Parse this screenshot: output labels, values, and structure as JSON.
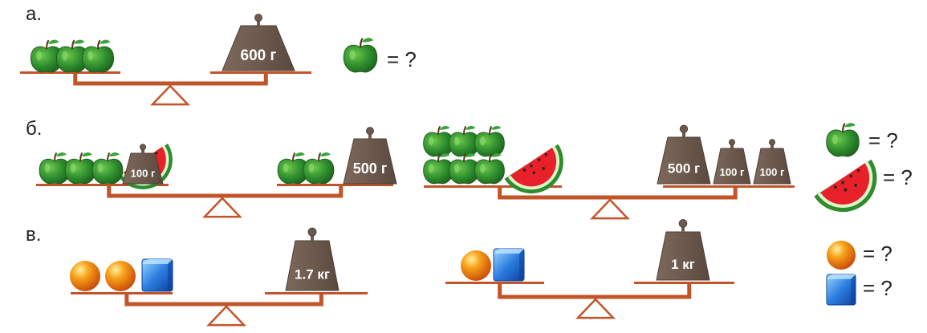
{
  "colors": {
    "beam": "#c2542a",
    "weight": "#6d5a4e",
    "weight_edge": "#4e3f36",
    "apple": "#2f8f2f",
    "apple_dark": "#1c5e1c",
    "melon_flesh": "#e8202a",
    "melon_rind": "#2e8b2e",
    "orange": "#f07a12",
    "cube": "#2c7ee0"
  },
  "icons": {
    "apple": "apple-icon",
    "watermelon": "watermelon-slice-icon",
    "orange": "orange-ball-icon",
    "cube": "blue-cube-icon",
    "weight": "kettlebell-weight-icon",
    "fulcrum": "fulcrum-triangle-icon"
  },
  "problems": [
    {
      "label": "а.",
      "scales": [
        {
          "left": [
            "apple",
            "apple",
            "apple"
          ],
          "right_weights": [
            "600 г"
          ]
        }
      ],
      "legend": [
        {
          "icon": "apple",
          "text": "= ?"
        }
      ]
    },
    {
      "label": "б.",
      "scales": [
        {
          "left": [
            "apple",
            "apple",
            "apple",
            "watermelon"
          ],
          "left_weights": [
            "100 г"
          ],
          "right": [
            "apple",
            "apple"
          ],
          "right_weights": [
            "500 г"
          ]
        },
        {
          "left": [
            "apple x6",
            "watermelon"
          ],
          "right_weights": [
            "500 г",
            "100 г",
            "100 г"
          ]
        }
      ],
      "legend": [
        {
          "icon": "apple",
          "text": "= ?"
        },
        {
          "icon": "watermelon",
          "text": "= ?"
        }
      ]
    },
    {
      "label": "в.",
      "scales": [
        {
          "left": [
            "orange",
            "orange",
            "cube"
          ],
          "right_weights": [
            "1.7 кг"
          ]
        },
        {
          "left": [
            "orange",
            "cube"
          ],
          "right_weights": [
            "1 кг"
          ]
        }
      ],
      "legend": [
        {
          "icon": "orange",
          "text": "= ?"
        },
        {
          "icon": "cube",
          "text": "= ?"
        }
      ]
    }
  ]
}
